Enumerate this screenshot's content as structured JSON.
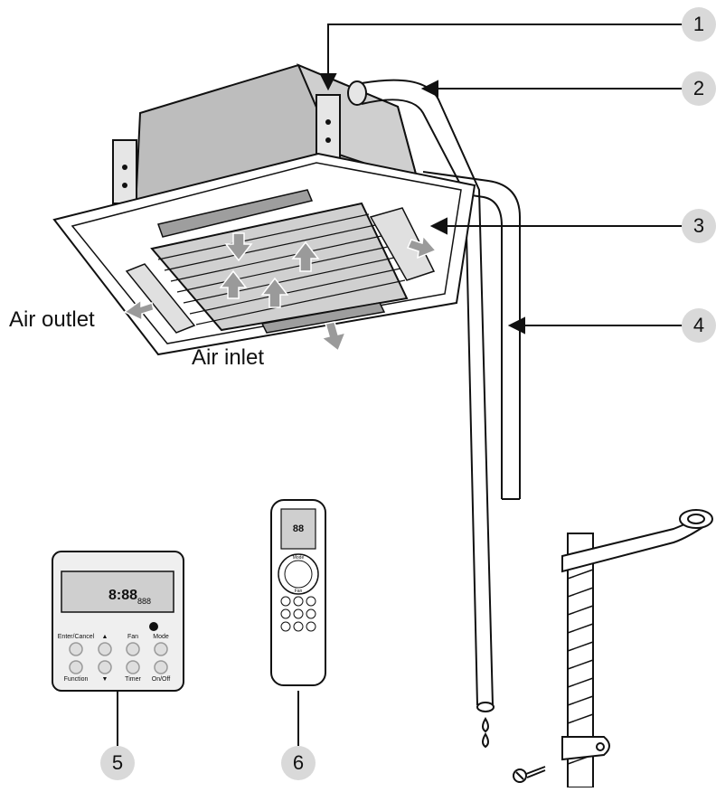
{
  "labels": {
    "air_outlet": "Air outlet",
    "air_inlet": "Air inlet"
  },
  "callouts": [
    "1",
    "2",
    "3",
    "4",
    "5",
    "6"
  ],
  "wired_controller": {
    "buttons_top": [
      "Enter/Cancel",
      "▲",
      "Fan",
      "Mode"
    ],
    "buttons_bottom": [
      "Function",
      "▼",
      "Timer",
      "On/Off"
    ],
    "display_time": "8:88",
    "display_temp": "888"
  },
  "remote": {
    "display_digits": "88",
    "dial_top": "Mode",
    "dial_bottom": "Fan"
  },
  "colors": {
    "line": "#111111",
    "unit_body": "#bdbdbd",
    "panel": "#ffffff",
    "grille": "#d0d0d0",
    "airflow_arrow": "#9a9a9a",
    "callout_bg": "#d9d9d9"
  }
}
